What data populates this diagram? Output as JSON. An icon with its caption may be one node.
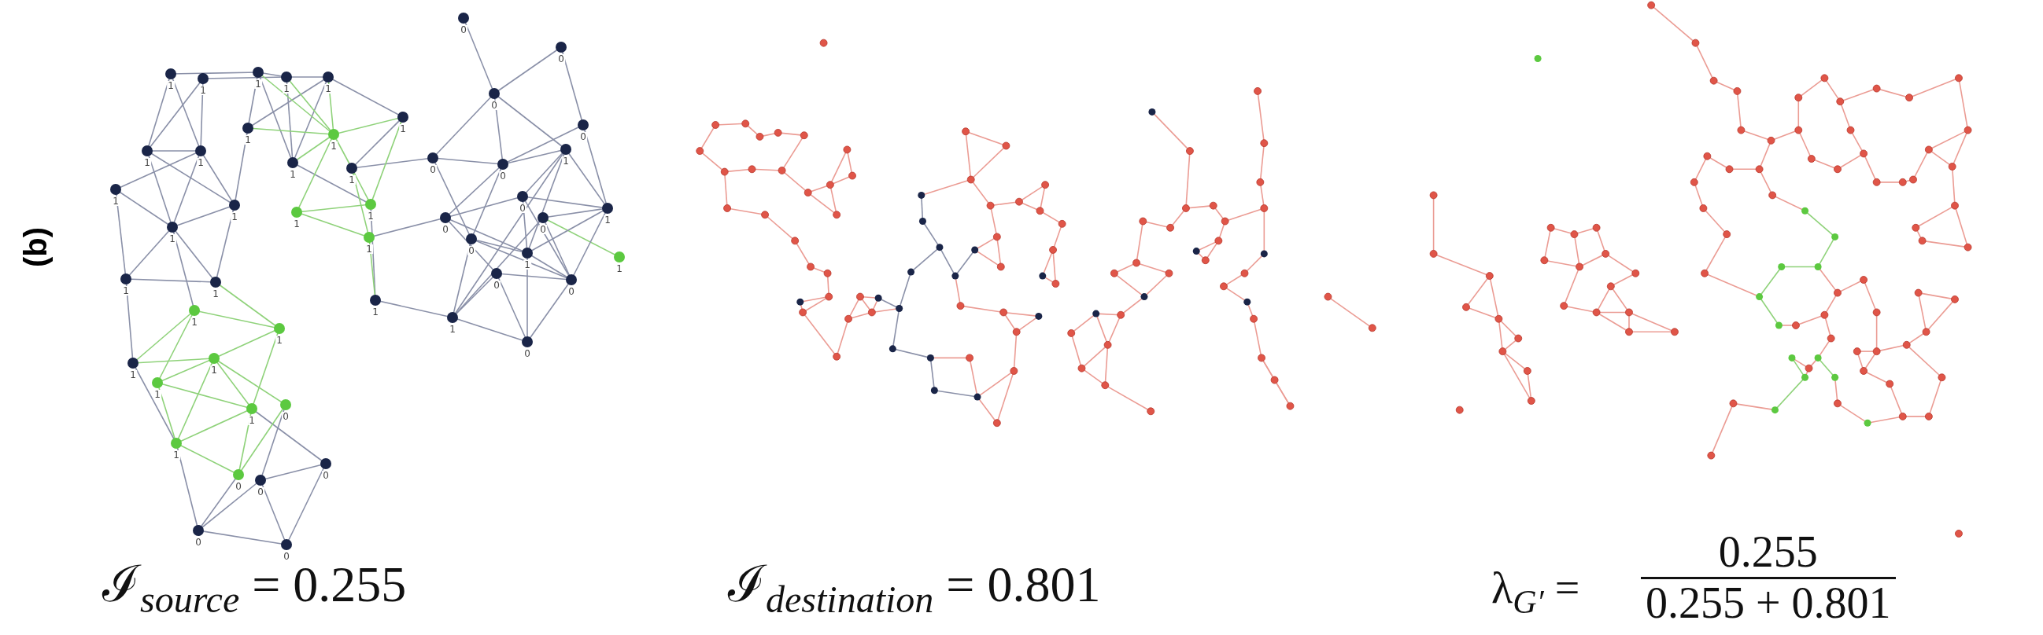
{
  "diagram": {
    "labels": [
      "(b)",
      "1",
      "1",
      "1",
      "1",
      "1",
      "1",
      "1",
      "1",
      "1",
      "1",
      "1",
      "1",
      "1",
      "1",
      "1",
      "1",
      "1",
      "1",
      "1",
      "1",
      "1",
      "1",
      "1",
      "1",
      "1",
      "1",
      "1",
      "0",
      "1",
      "0",
      "0",
      "0",
      "0",
      "0",
      "0",
      "0",
      "0",
      "0",
      "1",
      "0",
      "0",
      "0",
      "0",
      "0",
      "1",
      "0",
      "1",
      "1",
      "0",
      "0",
      "1",
      "0",
      "ℐ$_{source}$ = 0.255",
      "ℐ$_{destination}$ = 0.801",
      "λ$_{G′}$ =",
      "0.255",
      "0.255 + 0.801"
    ]
  }
}
